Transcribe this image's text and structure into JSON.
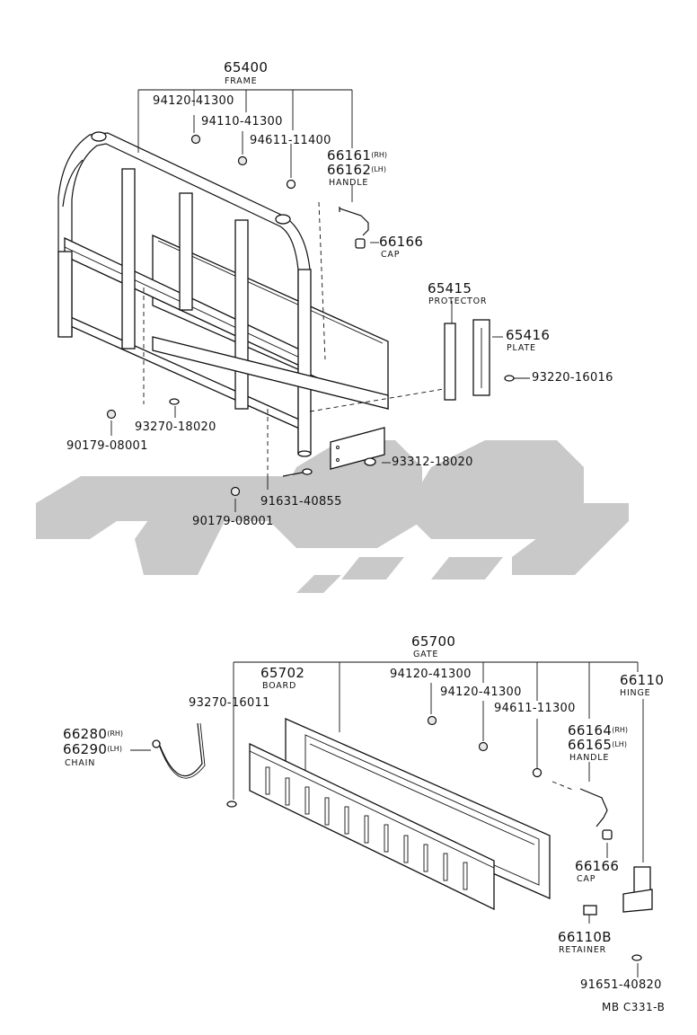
{
  "frame_section": {
    "frame_no": "65400",
    "frame_name": "FRAME",
    "nut1": "94120-41300",
    "nut2": "94110-41300",
    "clip": "94611-11400",
    "handle_rh": "66161",
    "handle_rh_sfx": "(RH)",
    "handle_lh": "66162",
    "handle_lh_sfx": "(LH)",
    "handle_name": "HANDLE",
    "cap_no": "66166",
    "cap_name": "CAP",
    "protector_no": "65415",
    "protector_name": "PROTECTOR",
    "plate_no": "65416",
    "plate_name": "PLATE",
    "screw1": "93220-16016",
    "screw2": "93270-18020",
    "nut3": "90179-08001",
    "screw3": "93312-18020",
    "bolt1": "91631-40855",
    "nut4": "90179-08001"
  },
  "gate_section": {
    "gate_no": "65700",
    "gate_name": "GATE",
    "board_no": "65702",
    "board_name": "BOARD",
    "nut1": "94120-41300",
    "nut2": "94120-41300",
    "screw1": "93270-16011",
    "clip": "94611-11300",
    "hinge_no": "66110",
    "hinge_name": "HINGE",
    "chain_rh": "66280",
    "chain_rh_sfx": "(RH)",
    "chain_lh": "66290",
    "chain_lh_sfx": "(LH)",
    "chain_name": "CHAIN",
    "handle_rh": "66164",
    "handle_rh_sfx": "(RH)",
    "handle_lh": "66165",
    "handle_lh_sfx": "(LH)",
    "handle_name": "HANDLE",
    "cap_no": "66166",
    "cap_name": "CAP",
    "retainer_no": "66110B",
    "retainer_name": "RETAINER",
    "bolt1": "91651-40820"
  },
  "diagram_code": "MB C331-B",
  "colors": {
    "line": "#111111",
    "watermark": "#c9c9c9",
    "background": "#ffffff"
  }
}
